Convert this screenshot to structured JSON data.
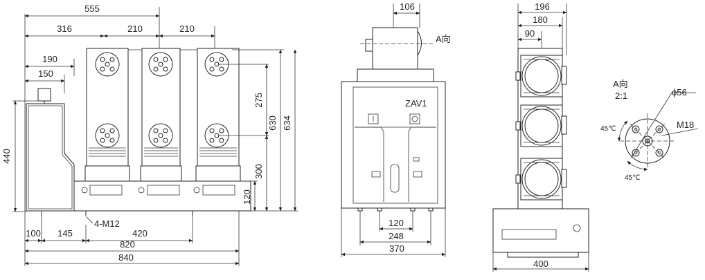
{
  "front_view": {
    "dims": {
      "overall_top": "555",
      "pitch_first": "316",
      "pitch_second": "210",
      "pitch_third": "210",
      "width_190": "190",
      "width_150": "150",
      "height_440": "440",
      "height_275": "275",
      "height_630": "630",
      "height_634": "634",
      "height_300": "300",
      "height_120": "120",
      "bottom_100": "100",
      "bottom_145": "145",
      "bottom_420": "420",
      "bottom_820": "820",
      "bottom_840": "840"
    },
    "mount_label": "4-M12"
  },
  "side_view": {
    "dims": {
      "top_106": "106",
      "bottom_120": "120",
      "bottom_248": "248",
      "bottom_370": "370"
    },
    "arrow_label": "A向",
    "model_label": "ZAV1"
  },
  "top_view": {
    "dims": {
      "top_196": "196",
      "top_180": "180",
      "top_90": "90",
      "bottom_400": "400"
    }
  },
  "detail_view": {
    "title": "A向",
    "scale": "2:1",
    "diameter_label": "ϕ56",
    "thread_label": "M18",
    "angle_top": "45℃",
    "angle_bottom": "45℃"
  }
}
